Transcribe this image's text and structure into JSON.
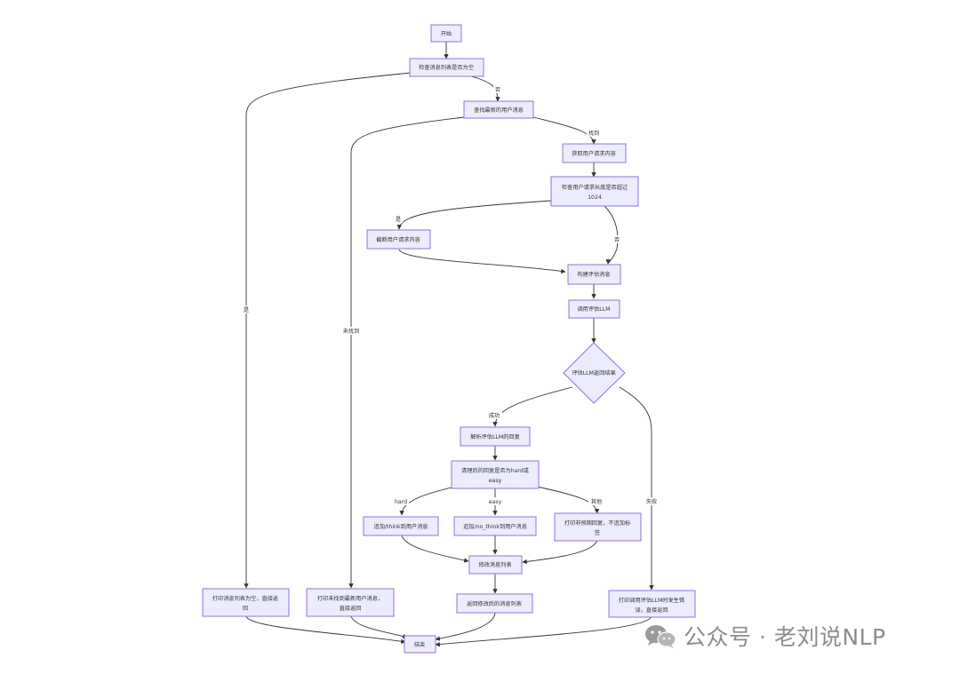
{
  "nodes": {
    "start": "开始",
    "check_empty": "检查消息列表是否为空",
    "find_user": "查找最新的用户消息",
    "get_request": "获取用户请求内容",
    "check_len_1": "检查用户请求长度是否超过",
    "check_len_2": "1024",
    "truncate": "截断用户请求内容",
    "build_eval": "构建评估消息",
    "call_llm": "调用评估LLM",
    "eval_result": "评估LLM返回结果",
    "parse": "解析评估LLM的回复",
    "check_reply_1": "清理后的回复是否为hard或",
    "check_reply_2": "easy",
    "add_think": "追加/think到用户消息",
    "add_no_think": "追加/no_think到用户消息",
    "print_unexpected_1": "打印非预期回复，不追加标",
    "print_unexpected_2": "签",
    "modify_list": "修改消息列表",
    "print_empty_1": "打印消息列表为空，直接返",
    "print_empty_2": "回",
    "print_not_found_1": "打印未找到最新用户消息，",
    "print_not_found_2": "直接返回",
    "return_modified": "返回修改后的消息列表",
    "print_error_1": "打印调用评估LLM时发生错",
    "print_error_2": "误，直接返回",
    "end": "结束"
  },
  "edge_labels": {
    "no_1": "否",
    "yes_1": "是",
    "found": "找到",
    "not_found": "未找到",
    "yes_2": "是",
    "no_2": "否",
    "success": "成功",
    "fail": "失败",
    "hard": "hard",
    "easy": "easy",
    "other": "其他"
  },
  "watermark": {
    "text": "公众号 · 老刘说NLP",
    "icon": "wechat-icon"
  },
  "colors": {
    "node_fill": "#ECECFF",
    "node_stroke": "#9370DB",
    "edge": "#333333",
    "watermark": "#8c8c8c"
  }
}
